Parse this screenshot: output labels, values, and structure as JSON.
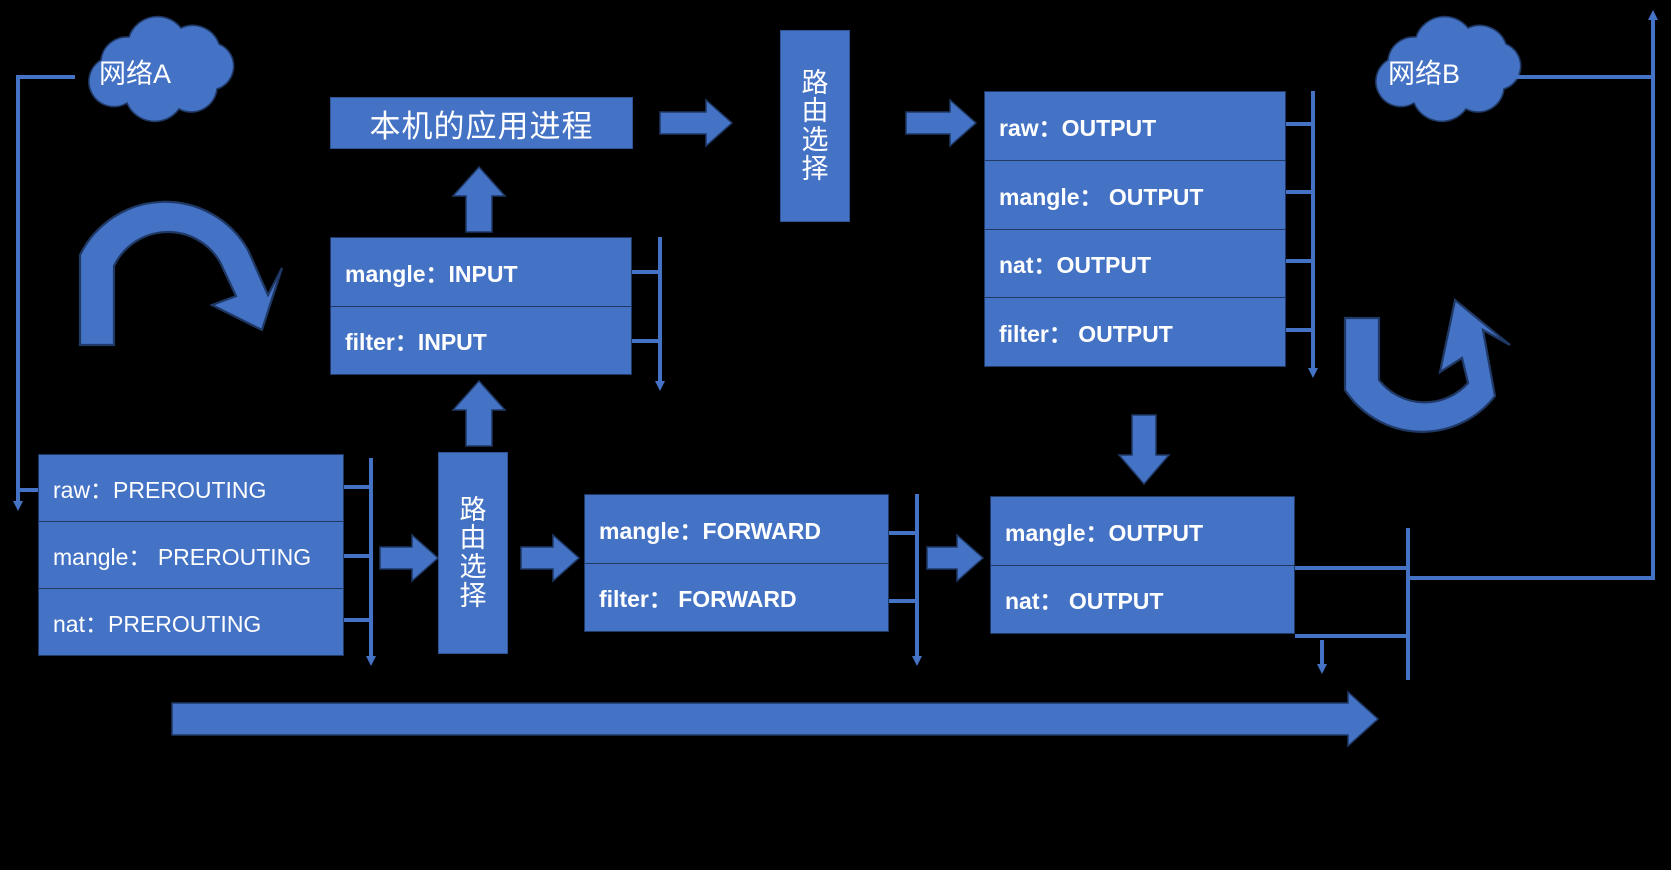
{
  "diagram": {
    "title": "iptables netfilter packet flow",
    "background": "#000000",
    "accent": "#4472C4",
    "accent_dark": "#2E5496",
    "line_color": "#4472C4",
    "text_color": "#FFFFFF"
  },
  "clouds": [
    {
      "id": "network-a",
      "label": "网络A"
    },
    {
      "id": "network-b",
      "label": "网络B"
    }
  ],
  "app_process": {
    "label": "本机的应用进程"
  },
  "routing_boxes": [
    {
      "id": "routing-top",
      "chars": [
        "路",
        "由",
        "选",
        "择"
      ]
    },
    {
      "id": "routing-bottom",
      "chars": [
        "路",
        "由",
        "选",
        "择"
      ]
    }
  ],
  "chains": [
    {
      "id": "input-chain",
      "rows": [
        "mangle：INPUT",
        "filter：INPUT"
      ]
    },
    {
      "id": "output-chain",
      "rows": [
        "raw：OUTPUT",
        "mangle： OUTPUT",
        "nat：OUTPUT",
        "filter： OUTPUT"
      ]
    },
    {
      "id": "prerouting-chain",
      "rows": [
        "raw：PREROUTING",
        "mangle： PREROUTING",
        "nat：PREROUTING"
      ]
    },
    {
      "id": "forward-chain",
      "rows": [
        "mangle：FORWARD",
        "filter： FORWARD"
      ]
    },
    {
      "id": "postrouting-chain",
      "rows": [
        "mangle：OUTPUT",
        "nat： OUTPUT"
      ]
    }
  ],
  "arrows": {
    "app_to_routing": "arrow-right",
    "routing_to_output": "arrow-right",
    "input_to_app": "arrow-up",
    "prerouting_to_input": "arrow-up",
    "prerouting_to_routing": "arrow-right",
    "routing_to_forward": "arrow-right",
    "forward_to_postrouting": "arrow-right",
    "output_to_postrouting": "arrow-down",
    "bottom_flow": "arrow-right-long",
    "loopback_left": "curved-arrow-down",
    "loopback_right": "curved-arrow-up"
  }
}
